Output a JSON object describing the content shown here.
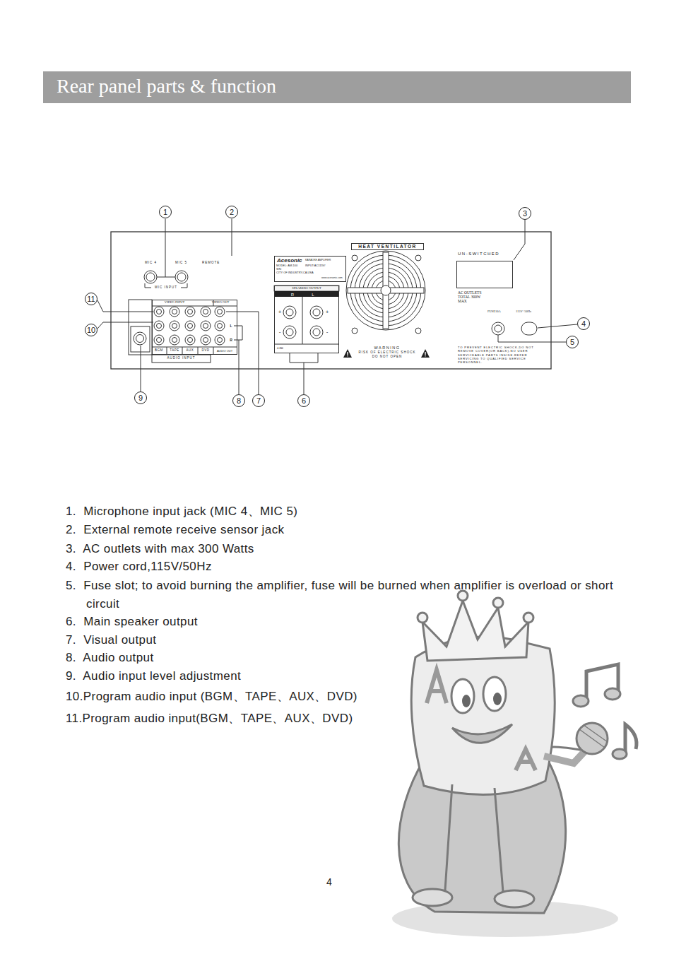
{
  "diagram": {
    "title": "Rear panel parts & function",
    "nodes": [
      {
        "text": [
          "Acesonic",
          "KARAOKE AMPLIFIER",
          "MODEL: AM-100",
          "INPUT:AC115V/",
          "S/N:",
          "CITY OF INDUSTRY,CA,USA",
          "www.acesonic.com"
        ]
      },
      {
        "text": [
          "HEAT VENTILATOR"
        ]
      },
      {
        "text": [
          "SPEAKERS OUTPUT",
          "R",
          "L",
          "+",
          "+",
          "-",
          "-",
          "4-8Ω"
        ]
      },
      {
        "text": [
          "UN-SWITCHED",
          "AC OUTLETS TOTAL 300W MAX"
        ]
      },
      {
        "text": [
          "VIDEO INPUT",
          "VIDEO OUT",
          "L",
          "R",
          "BGM",
          "TAPE",
          "AUX",
          "DVD",
          "AUDIO OUT",
          "AUDIO INPUT"
        ]
      }
    ],
    "labels": [
      "1",
      "2",
      "3",
      "4",
      "5",
      "6",
      "7",
      "8",
      "9",
      "10",
      "11",
      "MIC 4",
      "MIC 5",
      "REMOTE",
      "MIC INPUT",
      "FUSE10A",
      "115V~50Hz",
      "WARNING",
      "RISK OF ELECTRIC SHOCK",
      "DO NOT OPEN",
      "TO PREVENT ELECTRIC SHOCK,DO NOT REMOVE COVER(OR BACK).NO USER SERVICEABLE PARTS INSIDE.REFER SERVICING TO QUALIFIED SERVICE PERSONNEL.",
      "1.  Microphone input jack (MIC 4、MIC 5)",
      "2.  External remote receive sensor jack",
      "3.  AC outlets with max 300 Watts",
      "4.  Power cord,115V/50Hz",
      "5.  Fuse slot; to avoid burning the amplifier, fuse will be burned when amplifier is overload or short circuit",
      "6.  Main speaker output",
      "7.  Visual output",
      "8.  Audio output",
      "9.  Audio input level adjustment",
      "10.Program audio input (BGM、TAPE、AUX、DVD)",
      "11.Program audio input(BGM、TAPE、AUX、DVD)",
      "4"
    ]
  }
}
